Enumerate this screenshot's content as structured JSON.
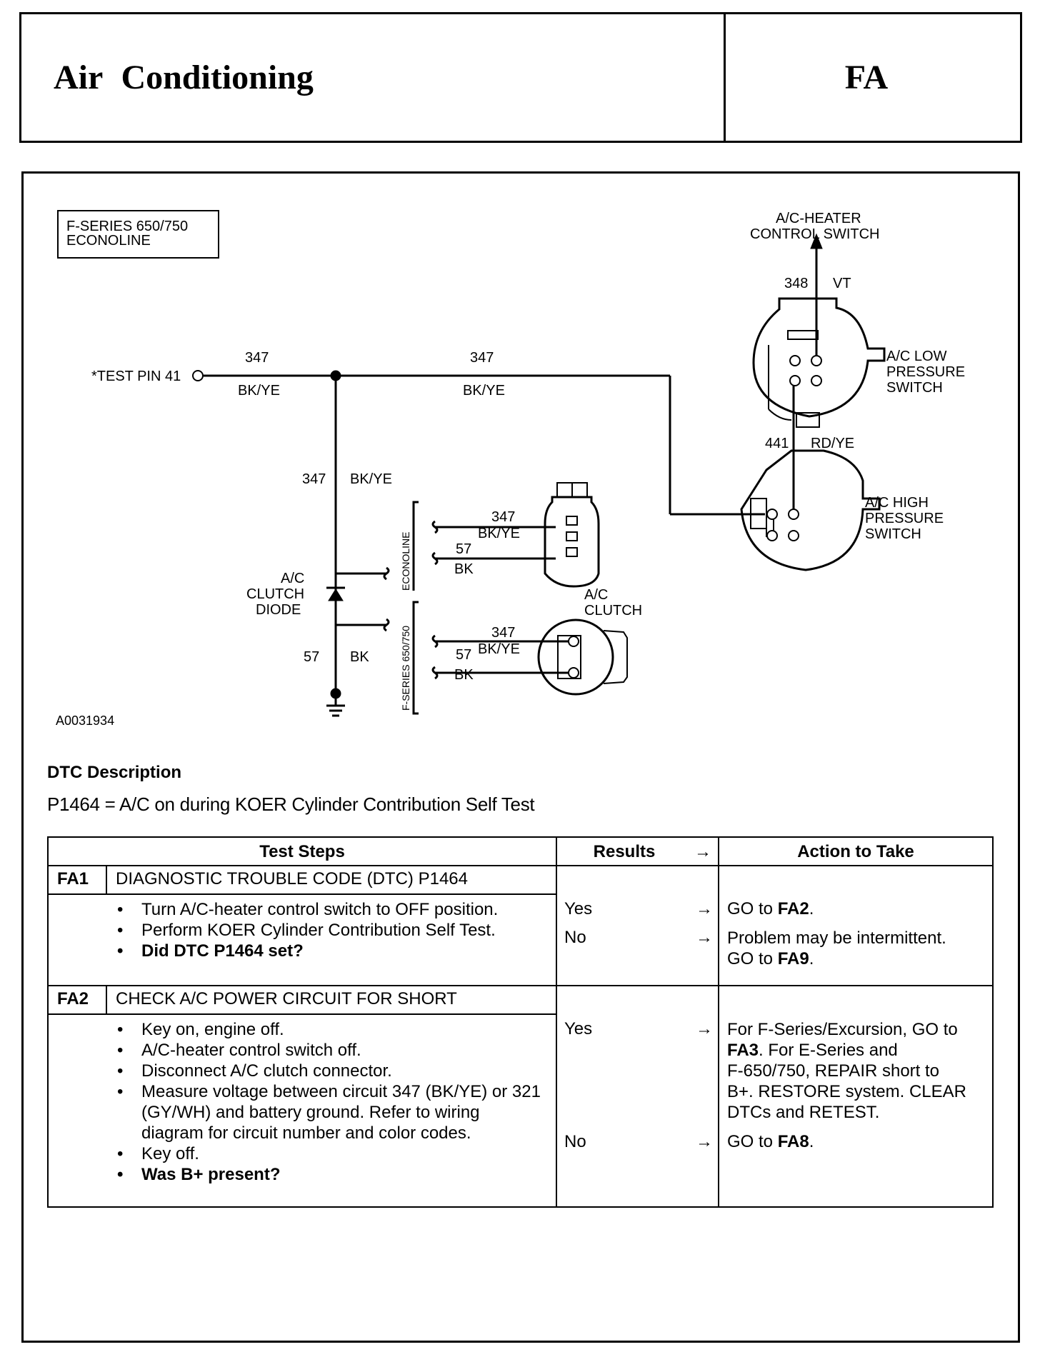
{
  "header": {
    "title": "Air   Conditioning",
    "code": "FA"
  },
  "diagram": {
    "vehicle_box": [
      "F-SERIES 650/750",
      "ECONOLINE"
    ],
    "test_pin": "*TEST PIN 41",
    "wire_347": "347",
    "bk_ye": "BK/YE",
    "wire_57": "57",
    "bk": "BK",
    "wire_348": "348",
    "vt": "VT",
    "wire_441": "441",
    "rd_ye": "RD/YE",
    "ac_heater": [
      "A/C-HEATER",
      "CONTROL SWITCH"
    ],
    "low_switch": [
      "A/C LOW",
      "PRESSURE",
      "SWITCH"
    ],
    "high_switch": [
      "A/C HIGH",
      "PRESSURE",
      "SWITCH"
    ],
    "diode": [
      "A/C",
      "CLUTCH",
      "DIODE"
    ],
    "clutch": [
      "A/C",
      "CLUTCH"
    ],
    "econoline_vert": "ECONOLINE",
    "fseries_vert": "F-SERIES 650/750",
    "figure_id": "A0031934"
  },
  "dtc": {
    "heading": "DTC Description",
    "line": "P1464 = A/C on during KOER Cylinder Contribution Self Test"
  },
  "table": {
    "headers": {
      "steps": "Test Steps",
      "results": "Results",
      "arrow": "→",
      "action": "Action to Take"
    },
    "fa1": {
      "code": "FA1",
      "title": "DIAGNOSTIC TROUBLE CODE (DTC) P1464",
      "items": [
        "Turn A/C-heater control switch to OFF position.",
        "Perform KOER Cylinder Contribution Self Test.",
        "Did DTC P1464 set?"
      ],
      "yes": "Yes",
      "no": "No",
      "yes_action_pre": "GO to ",
      "yes_action_ref": "FA2",
      "yes_action_post": ".",
      "no_action_line1": "Problem may be intermittent.",
      "no_action_pre": "GO to ",
      "no_action_ref": "FA9",
      "no_action_post": "."
    },
    "fa2": {
      "code": "FA2",
      "title": "CHECK A/C POWER CIRCUIT FOR SHORT",
      "items": [
        "Key on, engine off.",
        "A/C-heater control switch off.",
        "Disconnect A/C clutch connector.",
        "Measure voltage between circuit 347 (BK/YE) or 321 (GY/WH) and battery ground. Refer to wiring diagram for circuit number and color codes.",
        "Key off.",
        "Was B+ present?"
      ],
      "yes": "Yes",
      "no": "No",
      "yes_action_l1": "For F-Series/Excursion, GO to",
      "yes_action_ref": "FA3",
      "yes_action_l2": ". For E-Series and",
      "yes_action_l3": "F-650/750, REPAIR short to",
      "yes_action_l4": "B+. RESTORE system. CLEAR",
      "yes_action_l5": "DTCs and RETEST.",
      "no_action_pre": "GO to ",
      "no_action_ref": "FA8",
      "no_action_post": "."
    }
  }
}
